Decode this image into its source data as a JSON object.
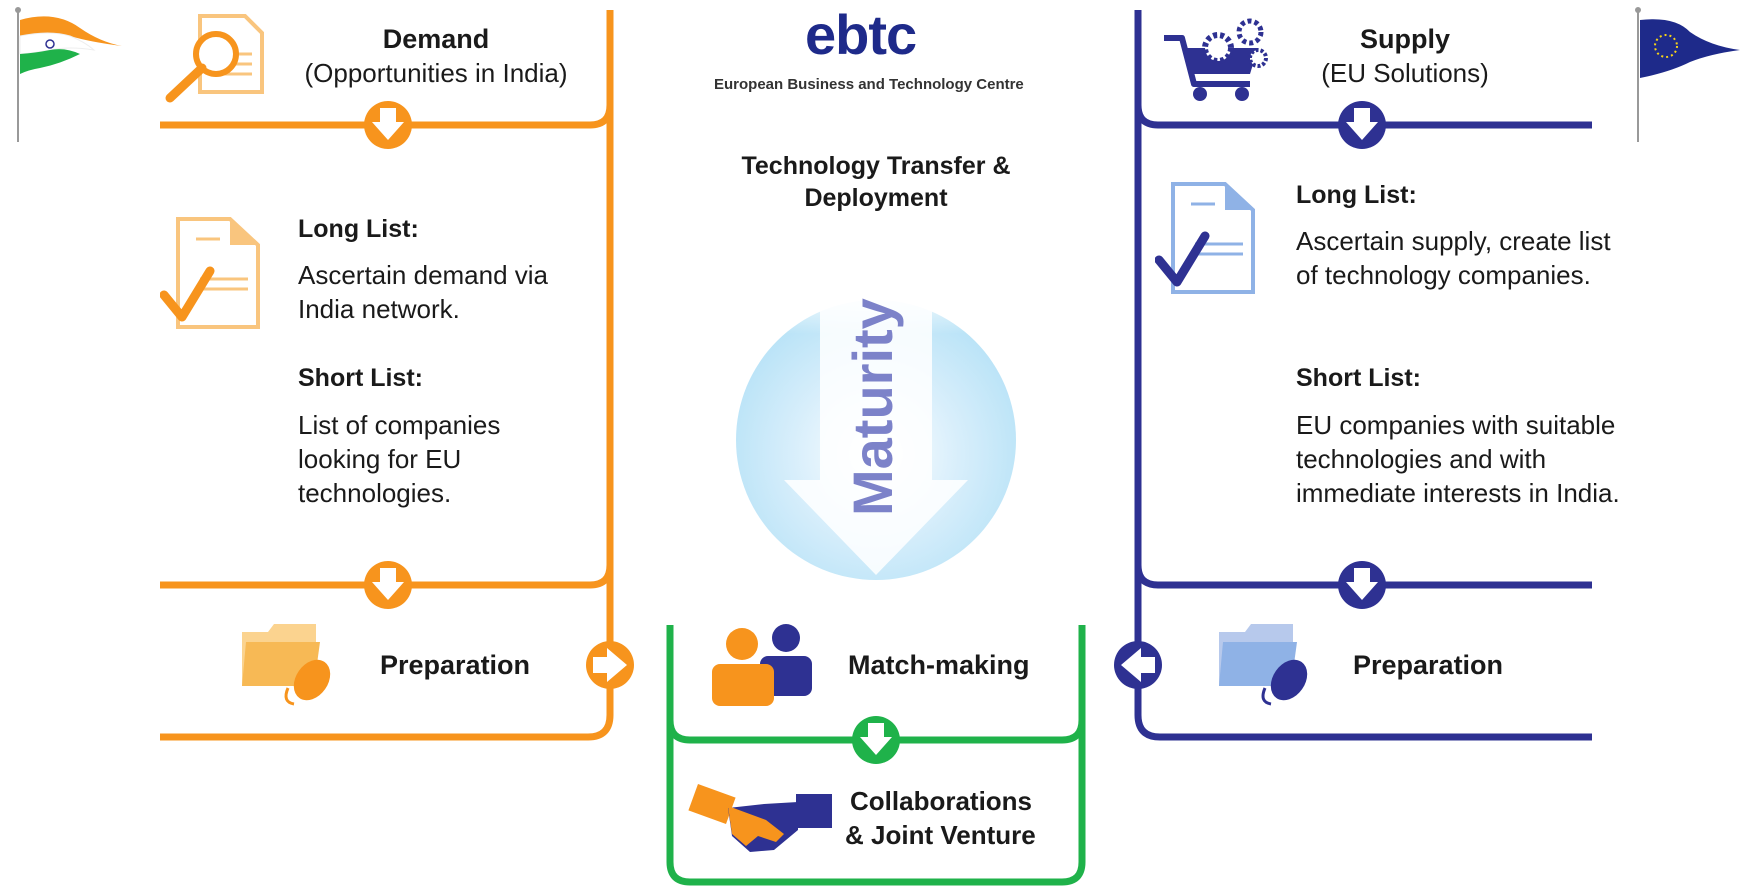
{
  "logo": {
    "name": "ebtc",
    "tagline": "European Business and Technology Centre"
  },
  "center": {
    "title_line1": "Technology Transfer &",
    "title_line2": "Deployment",
    "arrow_label": "Maturity"
  },
  "demand": {
    "title": "Demand",
    "subtitle": "(Opportunities in India)",
    "long_list_label": "Long List:",
    "long_list_text": "Ascertain demand via India network.",
    "short_list_label": "Short List:",
    "short_list_text": "List of companies looking for EU technologies.",
    "preparation": "Preparation"
  },
  "supply": {
    "title": "Supply",
    "subtitle": "(EU Solutions)",
    "long_list_label": "Long List:",
    "long_list_text": "Ascertain supply, create list of technology companies.",
    "short_list_label": "Short List:",
    "short_list_text": "EU companies with suitable technologies and with immediate interests in India.",
    "preparation": "Preparation"
  },
  "matchmaking": {
    "label": "Match-making"
  },
  "collab": {
    "line1": "Collaborations",
    "line2": "& Joint Venture"
  },
  "colors": {
    "orange": "#f7941d",
    "navy": "#2e3192",
    "green": "#1fb24a",
    "light_blue": "#b9e3f7"
  },
  "icons": [
    "india-flag-icon",
    "eu-flag-icon",
    "magnifier-document-icon",
    "checklist-icon",
    "folder-mouse-icon",
    "shopping-cart-gears-icon",
    "people-icon",
    "handshake-icon"
  ]
}
